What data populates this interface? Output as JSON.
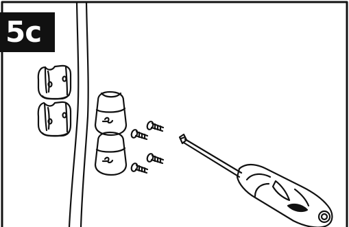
{
  "step": {
    "label": "5c"
  },
  "illustration": {
    "parts": [
      {
        "name": "clip-bracket",
        "count": 2,
        "state": "mounted-on-panel"
      },
      {
        "name": "clip-bracket",
        "count": 2,
        "state": "loose"
      },
      {
        "name": "screw",
        "count": 4
      },
      {
        "name": "screwdriver",
        "tip": "phillips"
      }
    ]
  }
}
